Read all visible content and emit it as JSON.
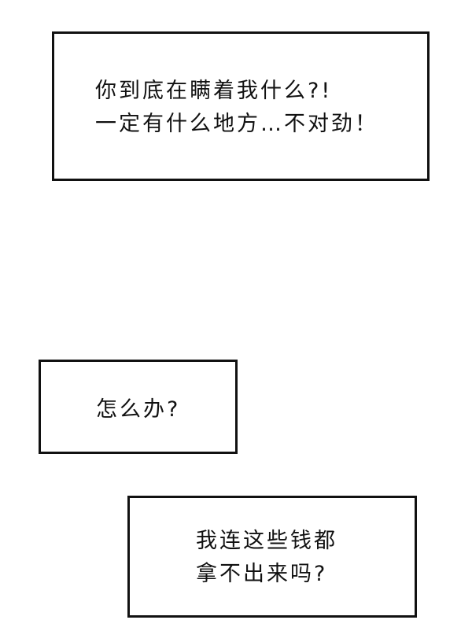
{
  "panels": [
    {
      "lines": [
        "你到底在瞒着我什么?!",
        "一定有什么地方…不对劲！"
      ]
    },
    {
      "lines": [
        "怎么办?"
      ]
    },
    {
      "lines": [
        "我连这些钱都",
        "拿不出来吗?"
      ]
    }
  ],
  "colors": {
    "border": "#111111",
    "background": "#ffffff",
    "text": "#111111"
  }
}
